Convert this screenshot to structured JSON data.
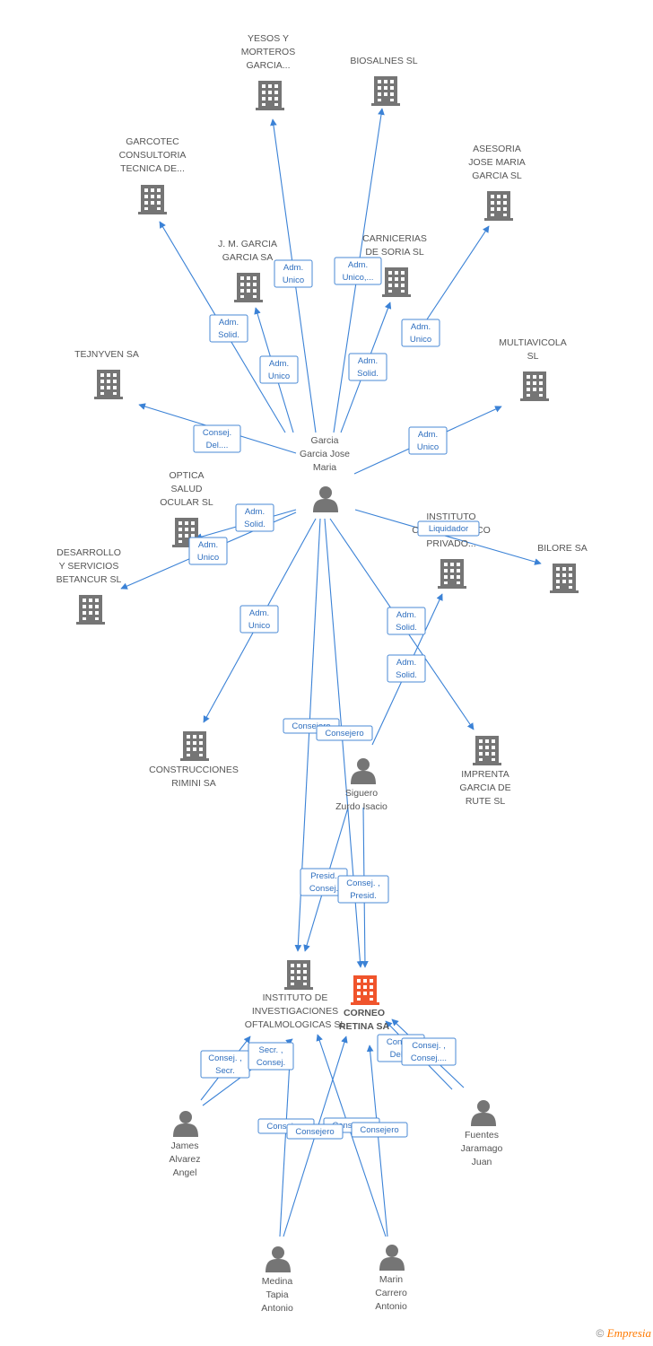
{
  "colors": {
    "edge": "#3b82d6",
    "company": "#757575",
    "focus": "#f0542c",
    "person": "#757575"
  },
  "nodes": [
    {
      "id": "yesos",
      "type": "company",
      "lines": [
        "YESOS Y",
        "MORTEROS",
        "GARCIA..."
      ]
    },
    {
      "id": "biosalnes",
      "type": "company",
      "lines": [
        "BIOSALNES SL"
      ]
    },
    {
      "id": "garcotec",
      "type": "company",
      "lines": [
        "GARCOTEC",
        "CONSULTORIA",
        "TECNICA DE..."
      ]
    },
    {
      "id": "asesoria",
      "type": "company",
      "lines": [
        "ASESORIA",
        "JOSE MARIA",
        "GARCIA SL"
      ]
    },
    {
      "id": "jmgarcia",
      "type": "company",
      "lines": [
        "J. M. GARCIA",
        "GARCIA SA"
      ]
    },
    {
      "id": "carnicerias",
      "type": "company",
      "lines": [
        "CARNICERIAS",
        "DE SORIA SL"
      ]
    },
    {
      "id": "tejnyven",
      "type": "company",
      "lines": [
        "TEJNYVEN SA"
      ]
    },
    {
      "id": "multiavicola",
      "type": "company",
      "lines": [
        "MULTIAVICOLA",
        "SL"
      ]
    },
    {
      "id": "garcia",
      "type": "person",
      "lines": [
        "Garcia",
        "Garcia Jose",
        "Maria"
      ]
    },
    {
      "id": "optica",
      "type": "company",
      "lines": [
        "OPTICA",
        "SALUD",
        "OCULAR SL"
      ]
    },
    {
      "id": "instituto_cp",
      "type": "company",
      "lines": [
        "INSTITUTO",
        "CLINICO MEDICO",
        "PRIVADO..."
      ]
    },
    {
      "id": "bilore",
      "type": "company",
      "lines": [
        "BILORE SA"
      ]
    },
    {
      "id": "desarrollo",
      "type": "company",
      "lines": [
        "DESARROLLO",
        "Y SERVICIOS",
        "BETANCUR SL"
      ]
    },
    {
      "id": "construcciones",
      "type": "company",
      "lines": [
        "CONSTRUCCIONES",
        "RIMINI SA"
      ]
    },
    {
      "id": "imprenta",
      "type": "company",
      "lines": [
        "IMPRENTA",
        "GARCIA DE",
        "RUTE SL"
      ]
    },
    {
      "id": "siguero",
      "type": "person",
      "lines": [
        "Siguero",
        "Zurdo Isacio"
      ]
    },
    {
      "id": "inst_inv",
      "type": "company",
      "lines": [
        "INSTITUTO DE",
        "INVESTIGACIONES",
        "OFTALMOLOGICAS SL"
      ]
    },
    {
      "id": "corneo",
      "type": "focus",
      "lines": [
        "CORNEO",
        "RETINA SA"
      ]
    },
    {
      "id": "james",
      "type": "person",
      "lines": [
        "James",
        "Alvarez",
        "Angel"
      ]
    },
    {
      "id": "fuentes",
      "type": "person",
      "lines": [
        "Fuentes",
        "Jaramago",
        "Juan"
      ]
    },
    {
      "id": "medina",
      "type": "person",
      "lines": [
        "Medina",
        "Tapia",
        "Antonio"
      ]
    },
    {
      "id": "marin",
      "type": "person",
      "lines": [
        "Marin",
        "Carrero",
        "Antonio"
      ]
    }
  ],
  "edge_labels": [
    {
      "id": "e1",
      "lines": [
        "Adm.",
        "Unico"
      ]
    },
    {
      "id": "e2",
      "lines": [
        "Adm.",
        "Unico,..."
      ]
    },
    {
      "id": "e3",
      "lines": [
        "Adm.",
        "Solid."
      ]
    },
    {
      "id": "e4",
      "lines": [
        "Adm.",
        "Unico"
      ]
    },
    {
      "id": "e5",
      "lines": [
        "Adm.",
        "Unico"
      ]
    },
    {
      "id": "e6",
      "lines": [
        "Adm.",
        "Solid."
      ]
    },
    {
      "id": "e7",
      "lines": [
        "Consej.",
        "Del...."
      ]
    },
    {
      "id": "e8",
      "lines": [
        "Adm.",
        "Unico"
      ]
    },
    {
      "id": "e9",
      "lines": [
        "Adm.",
        "Solid."
      ]
    },
    {
      "id": "e10",
      "lines": [
        "Adm.",
        "Unico"
      ]
    },
    {
      "id": "e11",
      "lines": [
        "Liquidador"
      ]
    },
    {
      "id": "e12",
      "lines": [
        "Adm.",
        "Unico"
      ]
    },
    {
      "id": "e13",
      "lines": [
        "Adm.",
        "Solid."
      ]
    },
    {
      "id": "e14",
      "lines": [
        "Adm.",
        "Solid."
      ]
    },
    {
      "id": "e15",
      "lines": [
        "Consejero"
      ]
    },
    {
      "id": "e16",
      "lines": [
        "Consejero"
      ]
    },
    {
      "id": "e17",
      "lines": [
        "Presid.",
        "Consej."
      ]
    },
    {
      "id": "e18",
      "lines": [
        "Consej. ,",
        "Presid."
      ]
    },
    {
      "id": "e19",
      "lines": [
        "Consej. ,",
        "Secr."
      ]
    },
    {
      "id": "e20",
      "lines": [
        "Secr. ,",
        "Consej."
      ]
    },
    {
      "id": "e21",
      "lines": [
        "Consej.",
        "Del...."
      ]
    },
    {
      "id": "e22",
      "lines": [
        "Consej. ,",
        "Consej...."
      ]
    },
    {
      "id": "e23",
      "lines": [
        "Consejero"
      ]
    },
    {
      "id": "e24",
      "lines": [
        "Consejero"
      ]
    },
    {
      "id": "e25",
      "lines": [
        "Consejero"
      ]
    },
    {
      "id": "e26",
      "lines": [
        "Consejero"
      ]
    }
  ],
  "footer": {
    "copyright": "©",
    "brand": "Empresia"
  }
}
